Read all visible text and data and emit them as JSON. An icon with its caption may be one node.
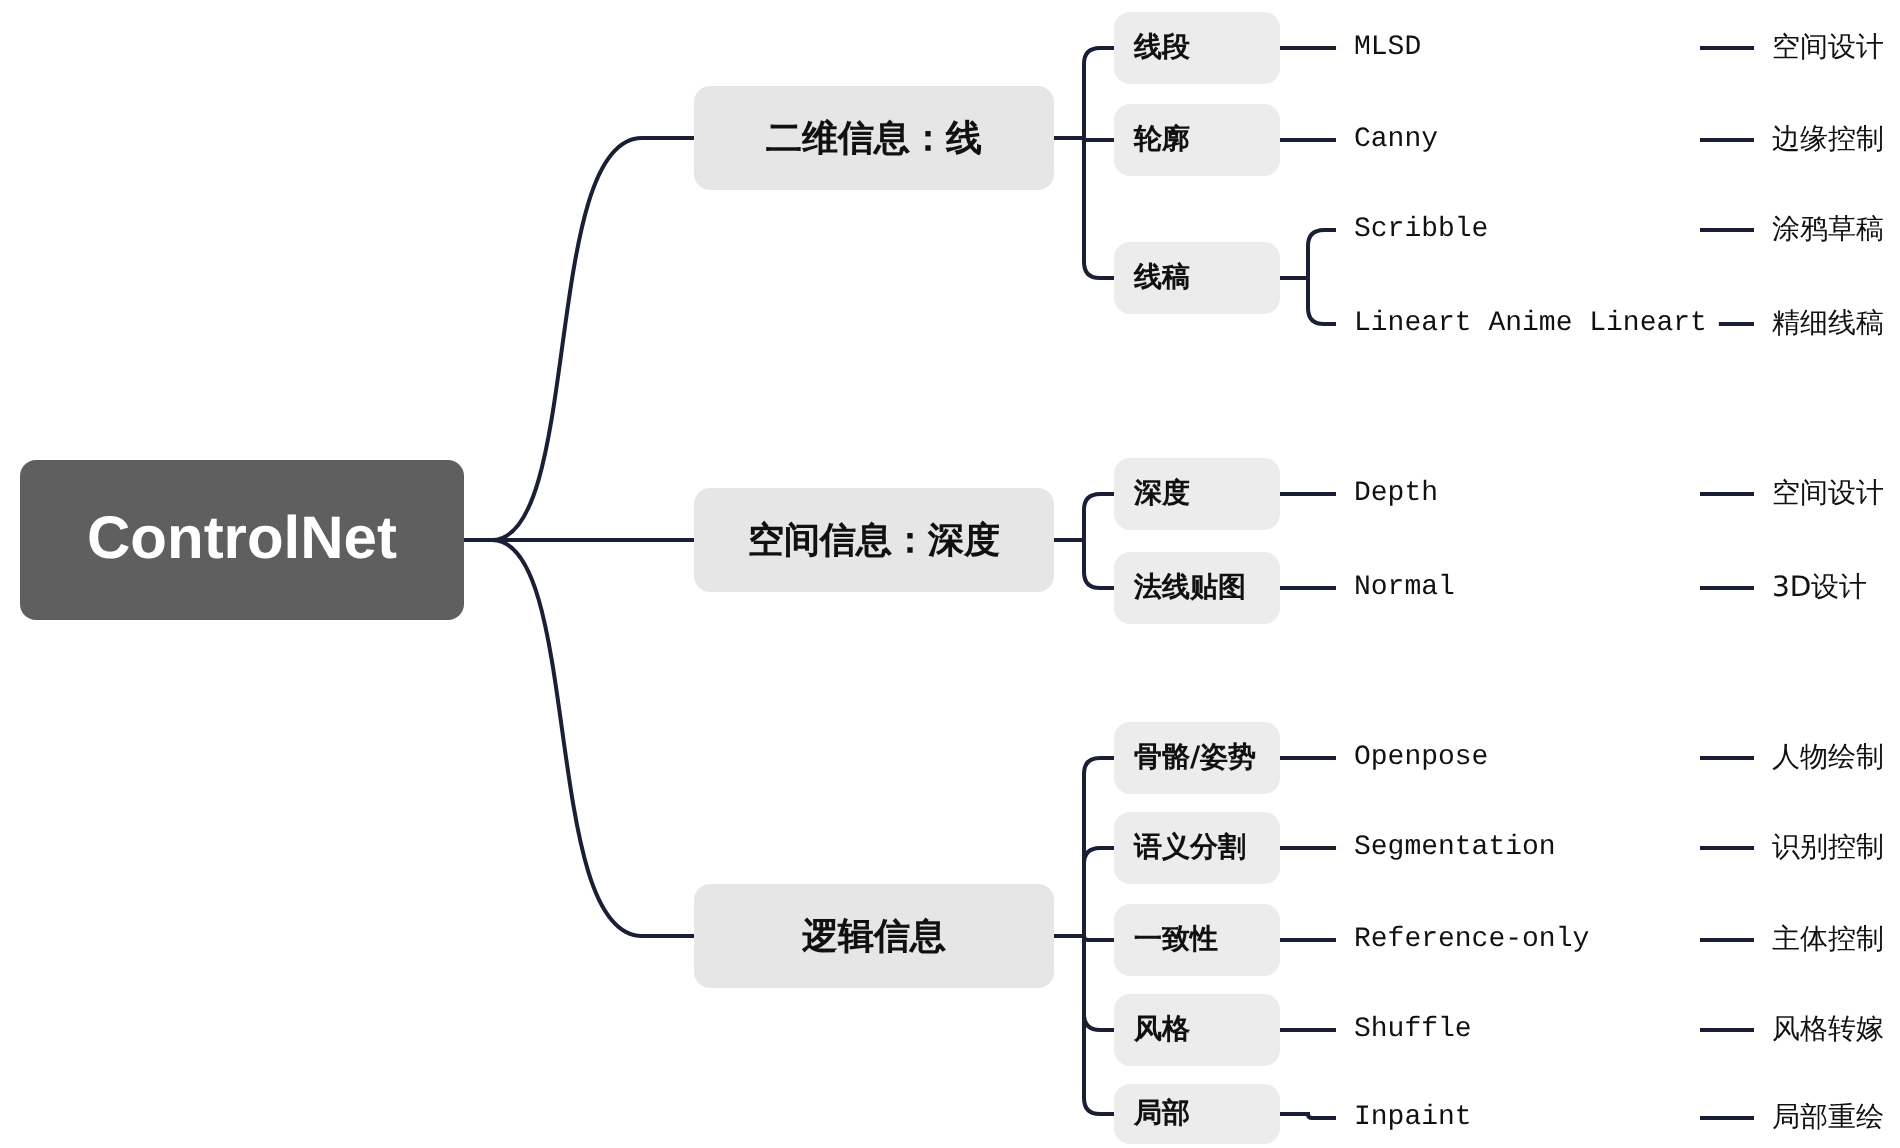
{
  "diagram": {
    "nodes": [
      {
        "text": [
          "ControlNet"
        ]
      },
      {
        "text": [
          "二维信息：线"
        ]
      },
      {
        "text": [
          "空间信息：深度"
        ]
      },
      {
        "text": [
          "逻辑信息"
        ]
      },
      {
        "text": [
          "线段"
        ]
      },
      {
        "text": [
          "轮廓"
        ]
      },
      {
        "text": [
          "线稿"
        ]
      },
      {
        "text": [
          "深度"
        ]
      },
      {
        "text": [
          "法线贴图"
        ]
      },
      {
        "text": [
          "骨骼/姿势"
        ]
      },
      {
        "text": [
          "语义分割"
        ]
      },
      {
        "text": [
          "一致性"
        ]
      },
      {
        "text": [
          "风格"
        ]
      },
      {
        "text": [
          "局部"
        ]
      },
      {
        "text": [
          "MLSD"
        ]
      },
      {
        "text": [
          "Canny"
        ]
      },
      {
        "text": [
          "Scribble"
        ]
      },
      {
        "text": [
          "Lineart Anime Lineart"
        ]
      },
      {
        "text": [
          "Depth"
        ]
      },
      {
        "text": [
          "Normal"
        ]
      },
      {
        "text": [
          "Openpose"
        ]
      },
      {
        "text": [
          "Segmentation"
        ]
      },
      {
        "text": [
          "Reference-only"
        ]
      },
      {
        "text": [
          "Shuffle"
        ]
      },
      {
        "text": [
          "Inpaint"
        ]
      },
      {
        "text": [
          "空间设计"
        ]
      },
      {
        "text": [
          "边缘控制"
        ]
      },
      {
        "text": [
          "涂鸦草稿"
        ]
      },
      {
        "text": [
          "精细线稿"
        ]
      },
      {
        "text": [
          "空间设计"
        ]
      },
      {
        "text": [
          "3D设计"
        ]
      },
      {
        "text": [
          "人物绘制"
        ]
      },
      {
        "text": [
          "识别控制"
        ]
      },
      {
        "text": [
          "主体控制"
        ]
      },
      {
        "text": [
          "风格转嫁"
        ]
      },
      {
        "text": [
          "局部重绘"
        ]
      }
    ],
    "edges": [
      {
        "from": 0,
        "to": 1,
        "arrow": "none"
      },
      {
        "from": 0,
        "to": 2,
        "arrow": "none"
      },
      {
        "from": 0,
        "to": 3,
        "arrow": "none"
      },
      {
        "from": 1,
        "to": 4,
        "arrow": "none"
      },
      {
        "from": 1,
        "to": 5,
        "arrow": "none"
      },
      {
        "from": 1,
        "to": 6,
        "arrow": "none"
      },
      {
        "from": 2,
        "to": 7,
        "arrow": "none"
      },
      {
        "from": 2,
        "to": 8,
        "arrow": "none"
      },
      {
        "from": 3,
        "to": 9,
        "arrow": "none"
      },
      {
        "from": 3,
        "to": 10,
        "arrow": "none"
      },
      {
        "from": 3,
        "to": 11,
        "arrow": "none"
      },
      {
        "from": 3,
        "to": 12,
        "arrow": "none"
      },
      {
        "from": 3,
        "to": 13,
        "arrow": "none"
      },
      {
        "from": 4,
        "to": 14,
        "arrow": "none"
      },
      {
        "from": 5,
        "to": 15,
        "arrow": "none"
      },
      {
        "from": 6,
        "to": 16,
        "arrow": "none"
      },
      {
        "from": 6,
        "to": 17,
        "arrow": "none"
      },
      {
        "from": 7,
        "to": 18,
        "arrow": "none"
      },
      {
        "from": 8,
        "to": 19,
        "arrow": "none"
      },
      {
        "from": 9,
        "to": 20,
        "arrow": "none"
      },
      {
        "from": 10,
        "to": 21,
        "arrow": "none"
      },
      {
        "from": 11,
        "to": 22,
        "arrow": "none"
      },
      {
        "from": 12,
        "to": 23,
        "arrow": "none"
      },
      {
        "from": 13,
        "to": 24,
        "arrow": "none"
      },
      {
        "from": null,
        "to": 25,
        "arrow": "none"
      },
      {
        "from": null,
        "to": 26,
        "arrow": "none"
      },
      {
        "from": null,
        "to": 27,
        "arrow": "none"
      },
      {
        "from": 17,
        "to": 28,
        "arrow": "none"
      },
      {
        "from": null,
        "to": 29,
        "arrow": "none"
      },
      {
        "from": null,
        "to": 30,
        "arrow": "none"
      },
      {
        "from": null,
        "to": 31,
        "arrow": "none"
      },
      {
        "from": null,
        "to": 32,
        "arrow": "none"
      },
      {
        "from": null,
        "to": 33,
        "arrow": "none"
      },
      {
        "from": null,
        "to": 34,
        "arrow": "none"
      },
      {
        "from": null,
        "to": 35,
        "arrow": "none"
      }
    ]
  }
}
